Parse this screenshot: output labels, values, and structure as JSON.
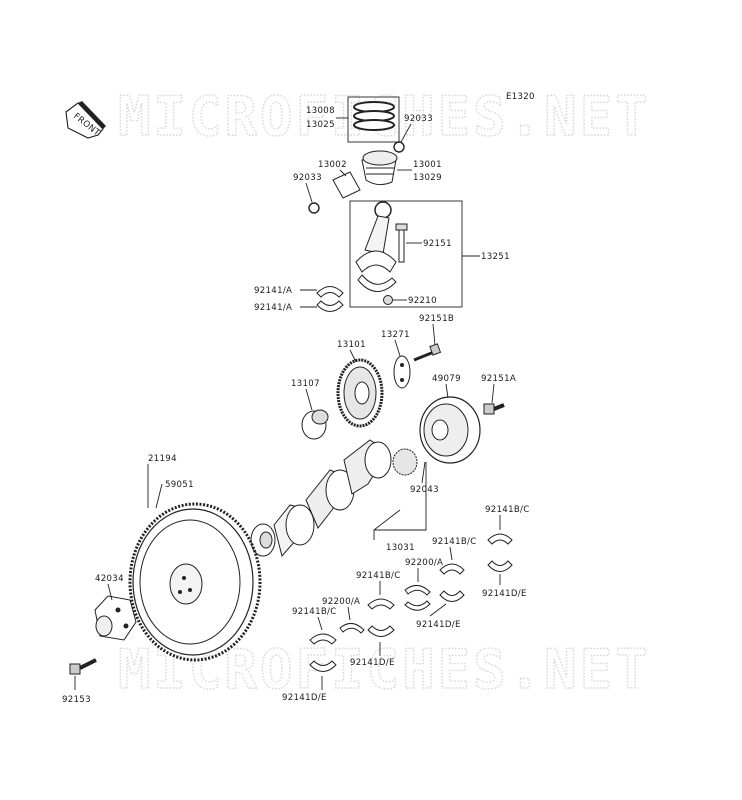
{
  "diagram": {
    "code": "E1320",
    "front_arrow_text": "FRONT",
    "watermark_text": "MICROFICHES.NET",
    "parts": {
      "p13008": "13008",
      "p13025": "13025",
      "p92033a": "92033",
      "p13002": "13002",
      "p13001": "13001",
      "p92033b": "92033",
      "p13029": "13029",
      "p92151": "92151",
      "p13251": "13251",
      "p92141a1": "92141/A",
      "p92141a2": "92141/A",
      "p92210": "92210",
      "p92151b": "92151B",
      "p13271": "13271",
      "p13101": "13101",
      "p49079": "49079",
      "p92151a": "92151A",
      "p13107": "13107",
      "p21194": "21194",
      "p59051": "59051",
      "p92043": "92043",
      "p92141bc1": "92141B/C",
      "p13031": "13031",
      "p92141bc2": "92141B/C",
      "p42034": "42034",
      "p92200a1": "92200/A",
      "p92141bc3": "92141B/C",
      "p92141de1": "92141D/E",
      "p92200a2": "92200/A",
      "p92141bc4": "92141B/C",
      "p92141de2": "92141D/E",
      "p92141de3": "92141D/E",
      "p92153": "92153",
      "p92141de4": "92141D/E"
    }
  }
}
